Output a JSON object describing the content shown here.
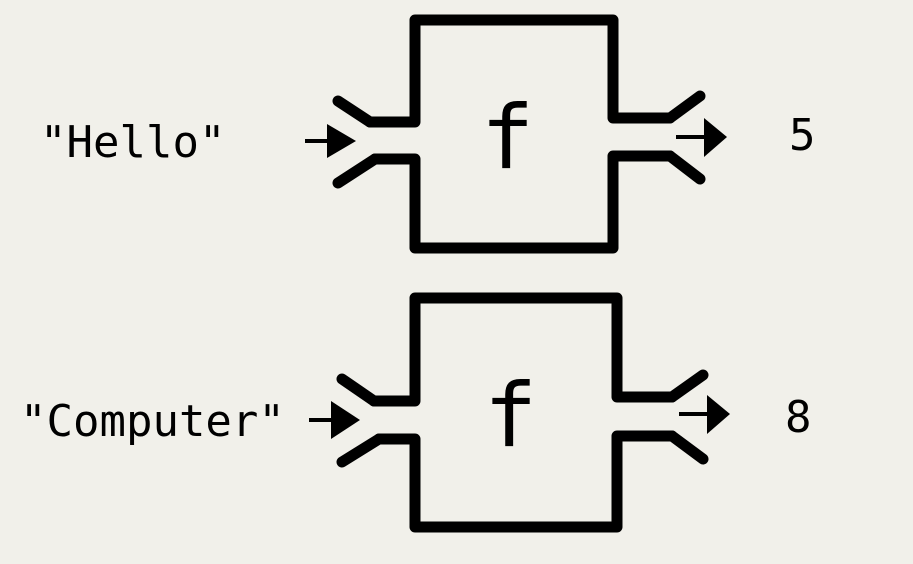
{
  "machines": [
    {
      "input": "\"Hello\"",
      "function": "f",
      "output": "5"
    },
    {
      "input": "\"Computer\"",
      "function": "f",
      "output": "8"
    }
  ]
}
